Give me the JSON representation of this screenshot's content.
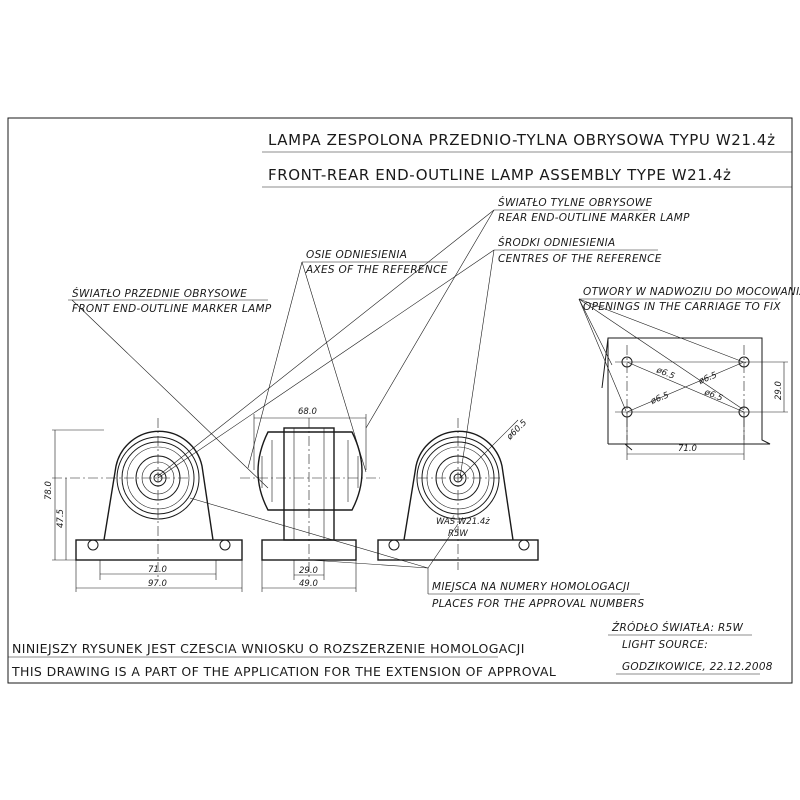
{
  "title": {
    "line_pl": "LAMPA  ZESPOLONA  PRZEDNIO-TYLNA OBRYSOWA TYPU W21.4ż",
    "line_en": "FRONT-REAR END-OUTLINE LAMP ASSEMBLY TYPE W21.4ż"
  },
  "callouts": {
    "rear_marker_pl": "ŚWIATŁO TYLNE OBRYSOWE",
    "rear_marker_en": "REAR END-OUTLINE MARKER LAMP",
    "ref_centres_pl": "ŚRODKI ODNIESIENIA",
    "ref_centres_en": "CENTRES OF THE REFERENCE",
    "ref_axes_pl": "OSIE ODNIESIENIA",
    "ref_axes_en": "AXES OF THE REFERENCE",
    "front_marker_pl": "ŚWIATŁO PRZEDNIE OBRYSOWE",
    "front_marker_en": "FRONT END-OUTLINE MARKER LAMP",
    "holes_pl": "OTWORY W NADWOZIU DO MOCOWANIA",
    "holes_en": "OPENINGS IN THE CARRIAGE TO FIX",
    "approval_pl": "MIEJSCA NA NUMERY HOMOLOGACJI",
    "approval_en": "PLACES FOR THE APPROVAL NUMBERS"
  },
  "dimensions": {
    "width_top": "68.0",
    "diameter": "ø60.5",
    "height_total": "78.0",
    "height_axis": "47.5",
    "base_inner": "71.0",
    "base_outer": "97.0",
    "side_inner": "29.0",
    "side_outer": "49.0",
    "hole_spacing_x": "71.0",
    "hole_spacing_y": "29.0",
    "hole_dia_1": "ø6.5",
    "hole_dia_2": "ø6.5",
    "hole_dia_3": "ø6.5",
    "hole_dia_4": "ø6.5"
  },
  "marking": {
    "type_label": "WAŚ W21.4ż",
    "bulb_label": "R5W"
  },
  "source": {
    "label_pl": "ŹRÓDŁO ŚWIATŁA: R5W",
    "label_en": "LIGHT SOURCE:",
    "place_date": "GODZIKOWICE, 22.12.2008"
  },
  "footer": {
    "line_pl": "NINIEJSZY RYSUNEK JEST CZESCIA WNIOSKU O ROZSZERZENIE HOMOLOGACJI",
    "line_en": "THIS DRAWING IS A PART OF THE APPLICATION FOR THE EXTENSION OF APPROVAL"
  }
}
